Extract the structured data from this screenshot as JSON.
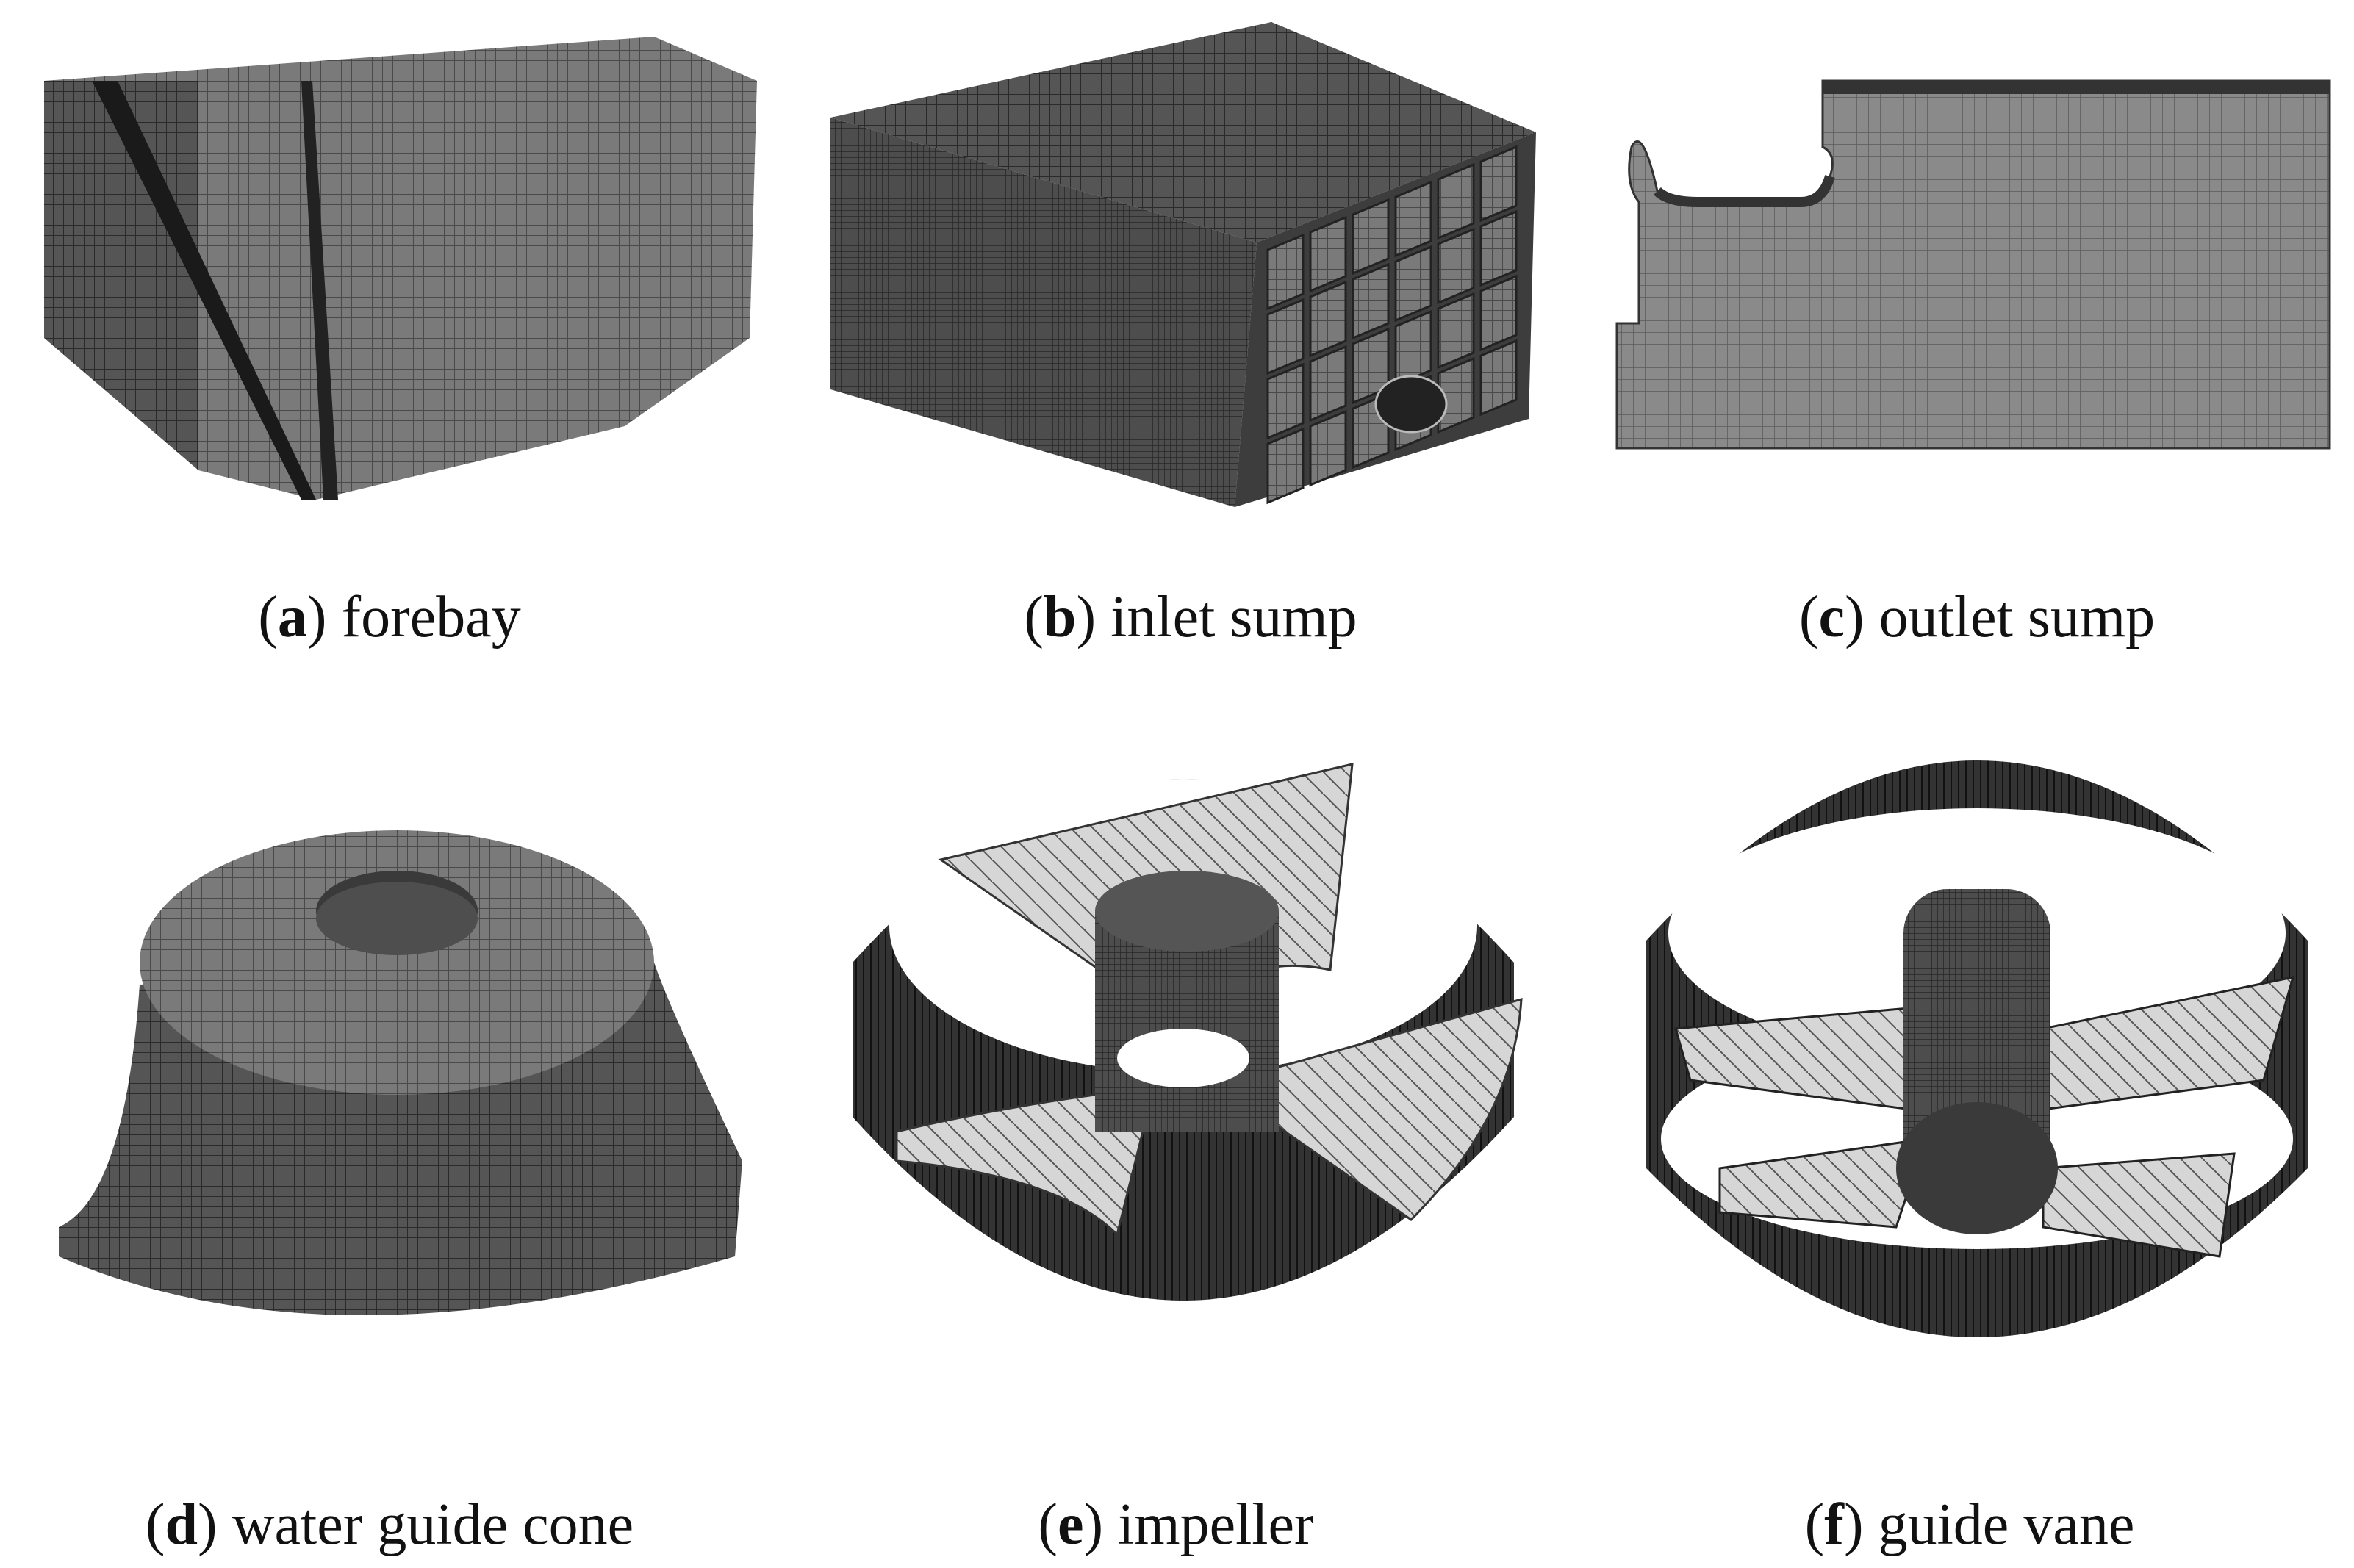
{
  "figure": {
    "panels": [
      {
        "key": "a",
        "label": "forebay"
      },
      {
        "key": "b",
        "label": "inlet sump"
      },
      {
        "key": "c",
        "label": "outlet sump"
      },
      {
        "key": "d",
        "label": "water guide cone"
      },
      {
        "key": "e",
        "label": "impeller"
      },
      {
        "key": "f",
        "label": "guide vane"
      }
    ]
  },
  "colors": {
    "mesh_dark": "#3a3a3a",
    "mesh_mid": "#5a5a5a",
    "mesh_light": "#9a9a9a",
    "blade_light": "#d8d8d8",
    "background": "#ffffff"
  }
}
